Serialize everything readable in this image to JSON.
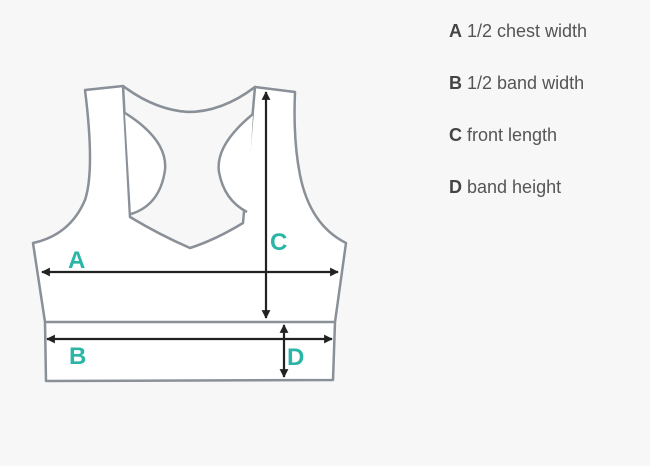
{
  "colors": {
    "outline": "#8a9097",
    "arrow": "#222222",
    "label": "#2bb5a7",
    "text": "#555555"
  },
  "diagram": {
    "labels": {
      "a": "A",
      "b": "B",
      "c": "C",
      "d": "D"
    }
  },
  "legend": [
    {
      "key": "A",
      "text": "1/2 chest width"
    },
    {
      "key": "B",
      "text": "1/2 band width"
    },
    {
      "key": "C",
      "text": "front length"
    },
    {
      "key": "D",
      "text": "band height"
    }
  ]
}
